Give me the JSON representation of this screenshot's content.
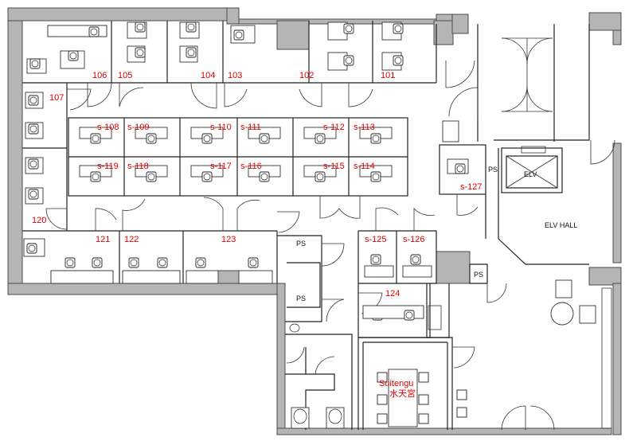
{
  "rooms": {
    "r106": "106",
    "r105": "105",
    "r104": "104",
    "r103": "103",
    "r102": "102",
    "r101": "101",
    "r107": "107",
    "r120": "120",
    "r121": "121",
    "r122": "122",
    "r123": "123",
    "r124": "124"
  },
  "booths": {
    "s108": "s-108",
    "s109": "s-109",
    "s110": "s-110",
    "s111": "s-111",
    "s112": "s-112",
    "s113": "s-113",
    "s119": "s-119",
    "s118": "s-118",
    "s117": "s-117",
    "s116": "s-116",
    "s115": "s-115",
    "s114": "s-114",
    "s125": "s-125",
    "s126": "s-126",
    "s127": "s-127"
  },
  "utility": {
    "ps": "PS",
    "elv": "ELV",
    "elv_hall": "ELV HALL"
  },
  "meeting": {
    "name_en": "Suitengu",
    "name_jp": "水天宮"
  }
}
